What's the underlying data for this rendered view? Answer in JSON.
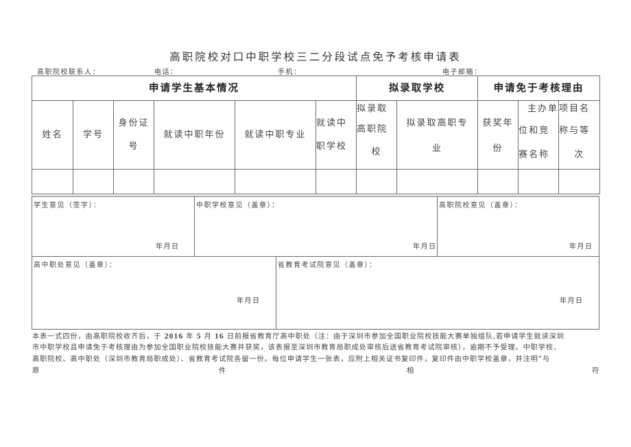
{
  "title": "高职院校对口中职学校三二分段试点免予考核申请表",
  "contact": {
    "college_contact_label": "高职院校联系人：",
    "phone_label": "电话：",
    "mobile_label": "手机：",
    "email_label": "电子邮箱："
  },
  "sections": {
    "student_info": "申请学生基本情况",
    "admitting_school": "拟录取学校",
    "exemption_reason": "申请免于考核理由"
  },
  "columns": [
    {
      "label_lines": [
        "姓名"
      ]
    },
    {
      "label_lines": [
        "学号"
      ]
    },
    {
      "label_lines": [
        "身份证",
        "号"
      ]
    },
    {
      "label_lines": [
        "就读中职年份"
      ]
    },
    {
      "label_lines": [
        "就读中职专业"
      ]
    },
    {
      "label_lines": [
        "就读中",
        "职学校"
      ]
    },
    {
      "label_lines": [
        "拟录取",
        "高职院",
        "校"
      ]
    },
    {
      "label_lines": [
        "拟录取高职专",
        "业"
      ]
    },
    {
      "label_lines": [
        "获奖年",
        "份"
      ]
    },
    {
      "label_lines": [
        "主办单",
        "位和竞",
        "赛名称"
      ]
    },
    {
      "label_lines": [
        "项目名",
        "称与等",
        "次"
      ]
    }
  ],
  "row_values": [
    "",
    "",
    "",
    "",
    "",
    "",
    "",
    "",
    "",
    "",
    ""
  ],
  "opinions": {
    "student": {
      "label": "学生意见（签字）：",
      "date": "年月日"
    },
    "vocational_school": {
      "label": "中职学校意见（盖章）：",
      "date": "年月日"
    },
    "college": {
      "label": "高职院校意见（盖章）：",
      "date": "年月日"
    },
    "high_vocational_office": {
      "label": "高中职处意见（盖章）：",
      "date": "年月日"
    },
    "provincial_exam_institute": {
      "label": "省教育考试院意见（盖章）：",
      "date": "年月日"
    }
  },
  "note": {
    "line1_a": "本表一式四份，由高职院校收齐后，于 ",
    "year": "2016",
    "line1_b": " 年 ",
    "month": "5",
    "line1_c": " 月 ",
    "day": "16",
    "line1_d": " 日前报省教育厅高中职处（注：由于深圳市参加全国职业院校技能大赛单独组队,若申请学生就读深圳",
    "line2": "市中职学校且申请免于考核理由为参加全国职业院校技能大赛并获奖，该表报至深圳市教育局职成处审核后送省教育考试院审核），逾期不予受理。中职学校、",
    "line3": "高职院校、高中职处（深圳市教育局职成处）、省教育考试院各留一份。每位申请学生一张表，应附上相关证书复印件，复印件由中职学校盖章，并注明“与",
    "line4_words": [
      "原",
      "件",
      "相",
      "符"
    ]
  }
}
